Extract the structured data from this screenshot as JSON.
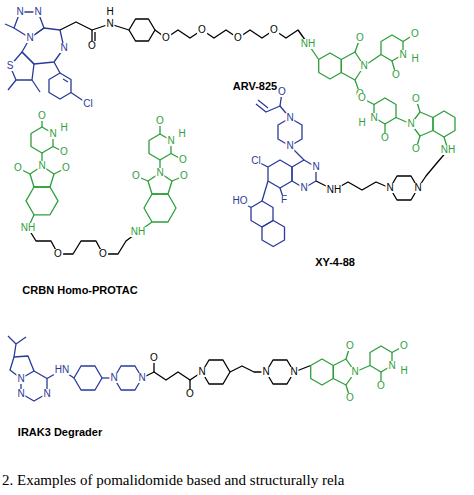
{
  "diagram": {
    "caption": "2. Examples of pomalidomide based and structurally rela",
    "labels": [
      "N",
      "N",
      "N",
      "S",
      "N",
      "O",
      "H",
      "N",
      "O",
      "O",
      "O",
      "O",
      "NH",
      "O",
      "N",
      "O",
      "O",
      "N",
      "H",
      "O",
      "Cl",
      "ARV-825",
      "O",
      "N",
      "H",
      "O",
      "N",
      "O",
      "O",
      "NH",
      "O",
      "O",
      "NH",
      "O",
      "N",
      "O",
      "O",
      "N",
      "H",
      "O",
      "CRBN Homo-PROTAC",
      "O",
      "N",
      "N",
      "N",
      "N",
      "Cl",
      "F",
      "HO",
      "NH",
      "N",
      "N",
      "NH",
      "O",
      "N",
      "O",
      "O",
      "N",
      "H",
      "O",
      "XY-4-88",
      "N",
      "N",
      "N",
      "HN",
      "N",
      "N",
      "O",
      "O",
      "N",
      "N",
      "N",
      "O",
      "N",
      "O",
      "O",
      "N",
      "H",
      "O",
      "IRAK3 Degrader"
    ]
  }
}
